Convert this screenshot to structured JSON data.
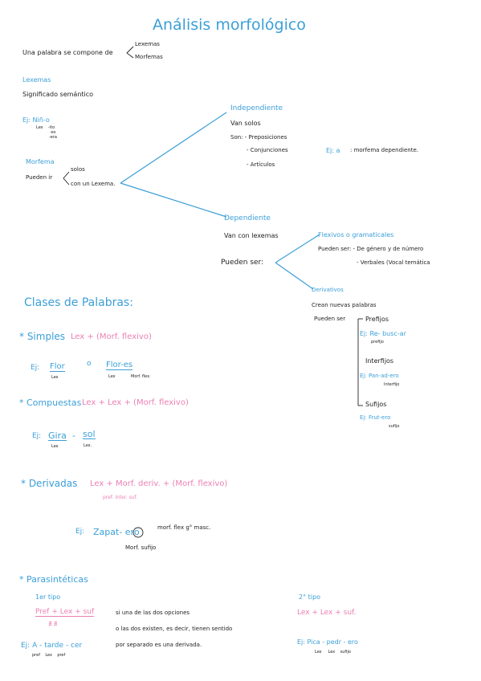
{
  "title": "Análisis morfológico",
  "intro": {
    "text": "Una palabra se compone de",
    "opt1": "Lexemas",
    "opt2": "Morfemas"
  },
  "lexemas": {
    "heading": "Lexemas",
    "def": "Significado semántico",
    "ej": "Ej: Niñ-o",
    "sub1": "Lex",
    "sub2": "-ito",
    "sub3": "-es",
    "sub4": "-era"
  },
  "morfema": {
    "heading": "Morfema",
    "pueden": "Pueden ir",
    "opt1": "solos",
    "opt2": "con un Lexema."
  },
  "independiente": {
    "heading": "Independiente",
    "l1": "Van solos",
    "l2": "Son: - Preposiciones",
    "l3": "- Conjunciones",
    "l4": "- Artículos",
    "ej": "Ej: a",
    "ejtext": ": morfema dependiente."
  },
  "dependiente": {
    "heading": "Dependiente",
    "l1": "Van con lexemas",
    "pueden": "Pueden ser:"
  },
  "flexivos": {
    "heading": "Flexivos o gramaticales",
    "l1": "Pueden ser: - De género y de número",
    "l2": "- Verbales (Vocal temática"
  },
  "derivativos": {
    "heading": "Derivativos",
    "l1": "Crean nuevas palabras",
    "pueden": "Pueden ser",
    "prefijos": "Prefijos",
    "ej1": "Ej: Re- busc-ar",
    "ej1sub": "prefijo",
    "interfijos": "Interfijos",
    "ej2": "Ej: Pan-ad-ero",
    "ej2sub": "Interfijo",
    "sufijos": "Sufijos",
    "ej3": "Ej: Frut-ero",
    "ej3sub": "sufijo"
  },
  "clases": {
    "heading": "Clases de Palabras:"
  },
  "simples": {
    "heading": "* Simples",
    "formula": "Lex + (Morf. flexivo)",
    "ej": "Ej:",
    "w1": "Flor",
    "w1sub": "Lex",
    "o": "o",
    "w2": "Flor-es",
    "w2sub1": "Lex",
    "w2sub2": "Morf. flex."
  },
  "compuestas": {
    "heading": "* Compuestas",
    "formula": "Lex + Lex + (Morf. flexivo)",
    "ej": "Ej:",
    "w1": "Gira",
    "w1sub": "Lex",
    "dash": "-",
    "w2": "sol",
    "w2sub": "Lex."
  },
  "derivadas": {
    "heading": "* Derivadas",
    "formula": "Lex + Morf. deriv. + (Morf. flexivo)",
    "subs": "pref.   inter.   suf.",
    "ej": "Ej:",
    "word": "Zapat- ero",
    "note": "morf. flex g° masc.",
    "morfsub": "Morf. sufijo"
  },
  "parasinteticas": {
    "heading": "* Parasintéticas",
    "tipo1": "1er tipo",
    "formula1": "Pref + Lex + suf",
    "nexists": "∄      ∄",
    "ej1": "Ej: A - tarde - cer",
    "ej1subs": "pref    Lex    pref",
    "note1": "si una de las dos opciones",
    "note2": "o las dos existen, es decir, tienen sentido",
    "note3": "por separado es una derivada.",
    "tipo2": "2° tipo",
    "formula2": "Lex + Lex + suf.",
    "ej2": "Ej: Pica - pedr - ero",
    "ej2subs": "Lex     Lex    sufijo"
  },
  "colors": {
    "blue": "#3b9fd8",
    "pink": "#ec7fb3",
    "ink": "#1f1f1f"
  }
}
